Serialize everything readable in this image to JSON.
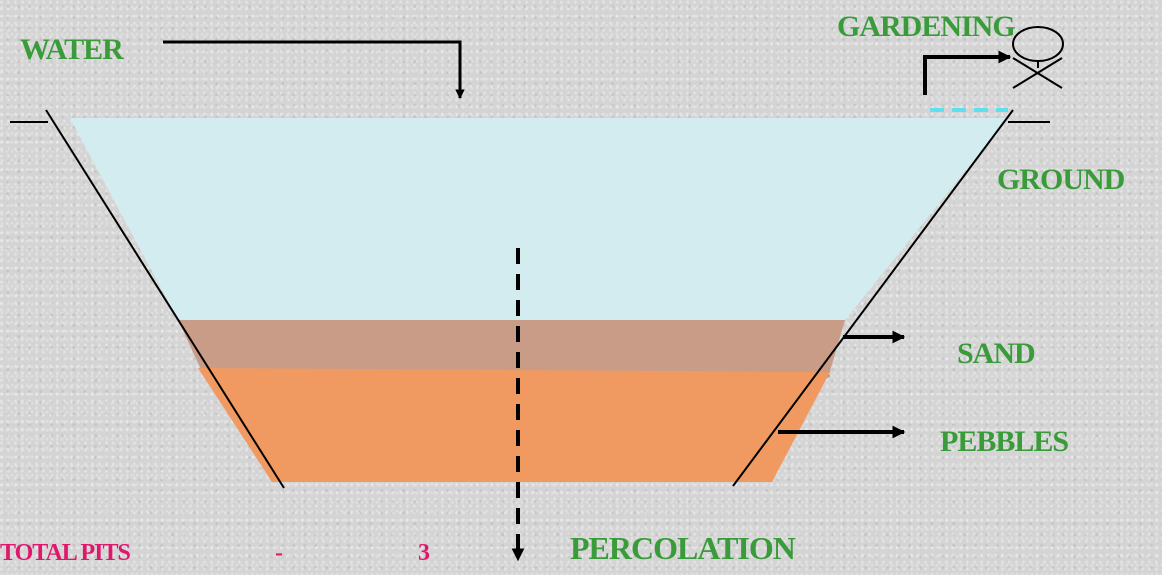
{
  "diagram": {
    "labels": {
      "water": "WATER",
      "gardening": "GARDENING",
      "ground": "GROUND",
      "sand": "SAND",
      "pebbles": "PEBBLES",
      "percolation": "PERCOLATION"
    },
    "total_pits": {
      "label": "TOTAL PITS",
      "dash": "-",
      "value": "3"
    },
    "colors": {
      "label_green": "#3a9b3a",
      "total_pink": "#e0186c",
      "water_fill": "#d2ecf0",
      "sand_fill": "#c99c88",
      "pebbles_fill": "#f09a62",
      "outflow_dashed": "#5fe0f0",
      "lines": "#000000"
    },
    "icons": [
      "gardener-figure-icon",
      "arrow-down-icon",
      "arrow-right-icon"
    ]
  }
}
